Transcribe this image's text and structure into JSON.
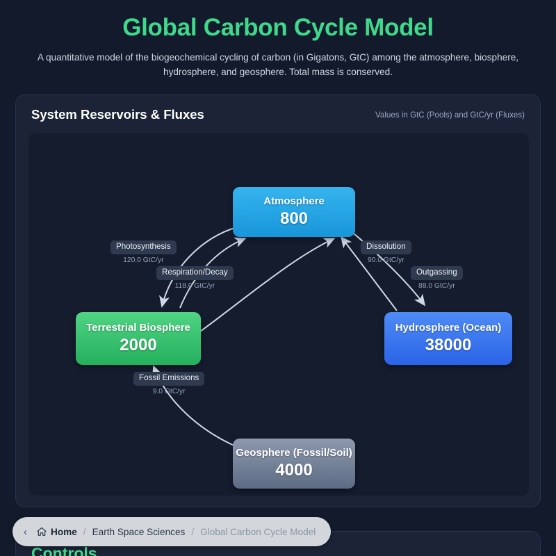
{
  "header": {
    "title": "Global Carbon Cycle Model",
    "subtitle": "A quantitative model of the biogeochemical cycling of carbon (in Gigatons, GtC) among the atmosphere, biosphere, hydrosphere, and geosphere. Total mass is conserved.",
    "title_color": "#3fd98b"
  },
  "card": {
    "title": "System Reservoirs & Fluxes",
    "legend": "Values in GtC (Pools) and GtC/yr (Fluxes)"
  },
  "diagram": {
    "nodes": [
      {
        "id": "atmosphere",
        "label": "Atmosphere",
        "value": "800",
        "color": "#1896da"
      },
      {
        "id": "biosphere",
        "label": "Terrestrial Biosphere",
        "value": "2000",
        "color": "#25b05d"
      },
      {
        "id": "hydrosphere",
        "label": "Hydrosphere (Ocean)",
        "value": "38000",
        "color": "#2a64e8"
      },
      {
        "id": "geosphere",
        "label": "Geosphere (Fossil/Soil)",
        "value": "4000",
        "color": "#5d6c84"
      }
    ],
    "fluxes": [
      {
        "id": "photosynthesis",
        "label": "Photosynthesis",
        "value": "120.0 GtC/yr",
        "from": "atmosphere",
        "to": "biosphere"
      },
      {
        "id": "respiration",
        "label": "Respiration/Decay",
        "value": "118.0 GtC/yr",
        "from": "biosphere",
        "to": "atmosphere"
      },
      {
        "id": "dissolution",
        "label": "Dissolution",
        "value": "90.0 GtC/yr",
        "from": "atmosphere",
        "to": "hydrosphere"
      },
      {
        "id": "outgassing",
        "label": "Outgassing",
        "value": "88.0 GtC/yr",
        "from": "hydrosphere",
        "to": "atmosphere"
      },
      {
        "id": "fossil",
        "label": "Fossil Emissions",
        "value": "9.0 GtC/yr",
        "from": "geosphere",
        "to": "biosphere"
      }
    ],
    "edge_color": "#cfd8e6"
  },
  "breadcrumb": {
    "back_icon": "chevron-left-icon",
    "home_icon": "home-icon",
    "home": "Home",
    "separator": "/",
    "category": "Earth Space Sciences",
    "current": "Global Carbon Cycle Model"
  },
  "controls": {
    "title": "Controls"
  }
}
